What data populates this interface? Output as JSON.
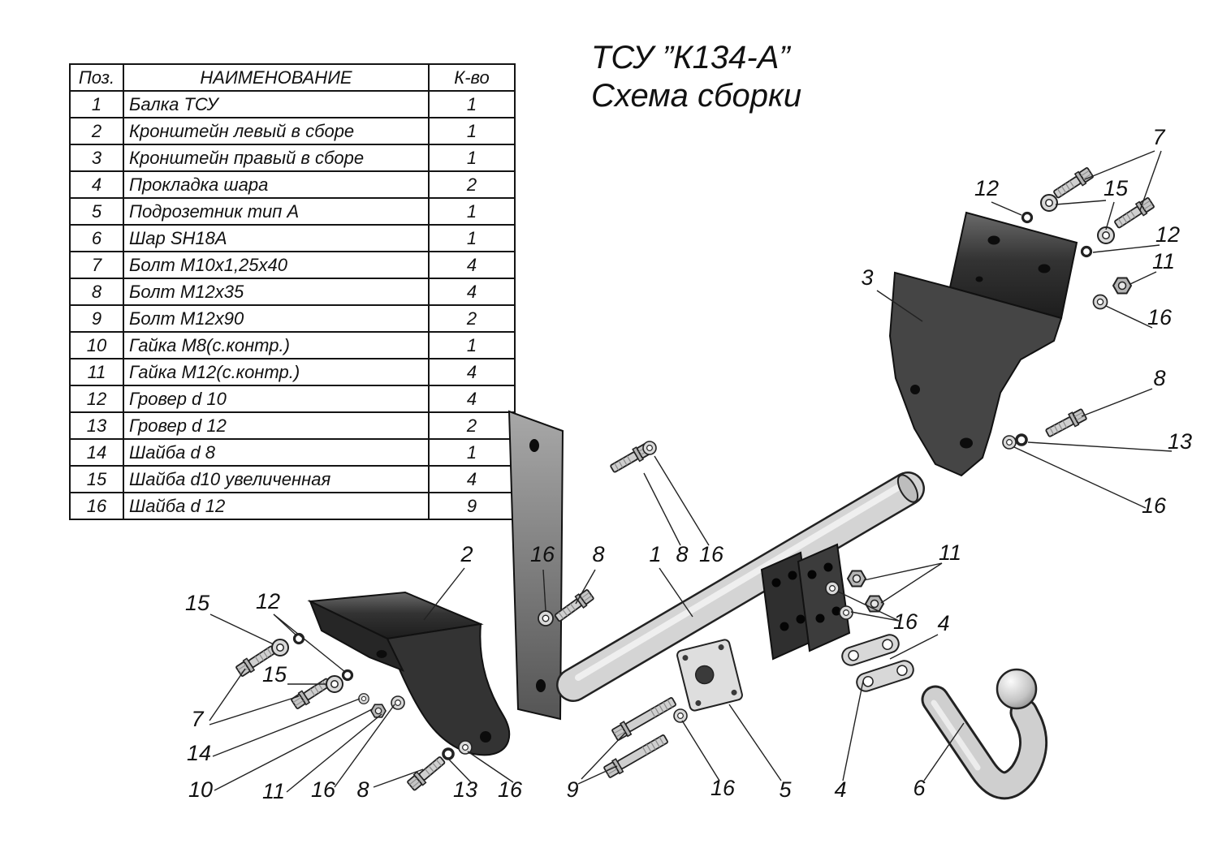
{
  "title": {
    "line1": "ТСУ ”К134-А”",
    "line2": "Схема сборки"
  },
  "table": {
    "headers": {
      "pos": "Поз.",
      "name": "НАИМЕНОВАНИЕ",
      "qty": "К-во"
    },
    "rows": [
      {
        "pos": "1",
        "name": "Балка ТСУ",
        "qty": "1"
      },
      {
        "pos": "2",
        "name": "Кронштейн левый в сборе",
        "qty": "1"
      },
      {
        "pos": "3",
        "name": "Кронштейн правый в сборе",
        "qty": "1"
      },
      {
        "pos": "4",
        "name": "Прокладка шара",
        "qty": "2"
      },
      {
        "pos": "5",
        "name": "Подрозетник тип А",
        "qty": "1"
      },
      {
        "pos": "6",
        "name": "Шар SH18A",
        "qty": "1"
      },
      {
        "pos": "7",
        "name": "Болт М10х1,25х40",
        "qty": "4"
      },
      {
        "pos": "8",
        "name": "Болт М12х35",
        "qty": "4"
      },
      {
        "pos": "9",
        "name": "Болт М12х90",
        "qty": "2"
      },
      {
        "pos": "10",
        "name": "Гайка М8(с.контр.)",
        "qty": "1"
      },
      {
        "pos": "11",
        "name": "Гайка М12(с.контр.)",
        "qty": "4"
      },
      {
        "pos": "12",
        "name": "Гровер d 10",
        "qty": "4"
      },
      {
        "pos": "13",
        "name": "Гровер d 12",
        "qty": "2"
      },
      {
        "pos": "14",
        "name": "Шайба d 8",
        "qty": "1"
      },
      {
        "pos": "15",
        "name": "Шайба d10 увеличенная",
        "qty": "4"
      },
      {
        "pos": "16",
        "name": "Шайба d 12",
        "qty": "9"
      }
    ]
  },
  "callouts": [
    "7",
    "12",
    "15",
    "12",
    "11",
    "3",
    "16",
    "8",
    "13",
    "16",
    "2",
    "16",
    "8",
    "1",
    "8",
    "16",
    "11",
    "16",
    "4",
    "15",
    "12",
    "15",
    "7",
    "14",
    "10",
    "11",
    "16",
    "8",
    "13",
    "16",
    "9",
    "16",
    "5",
    "4",
    "6"
  ]
}
